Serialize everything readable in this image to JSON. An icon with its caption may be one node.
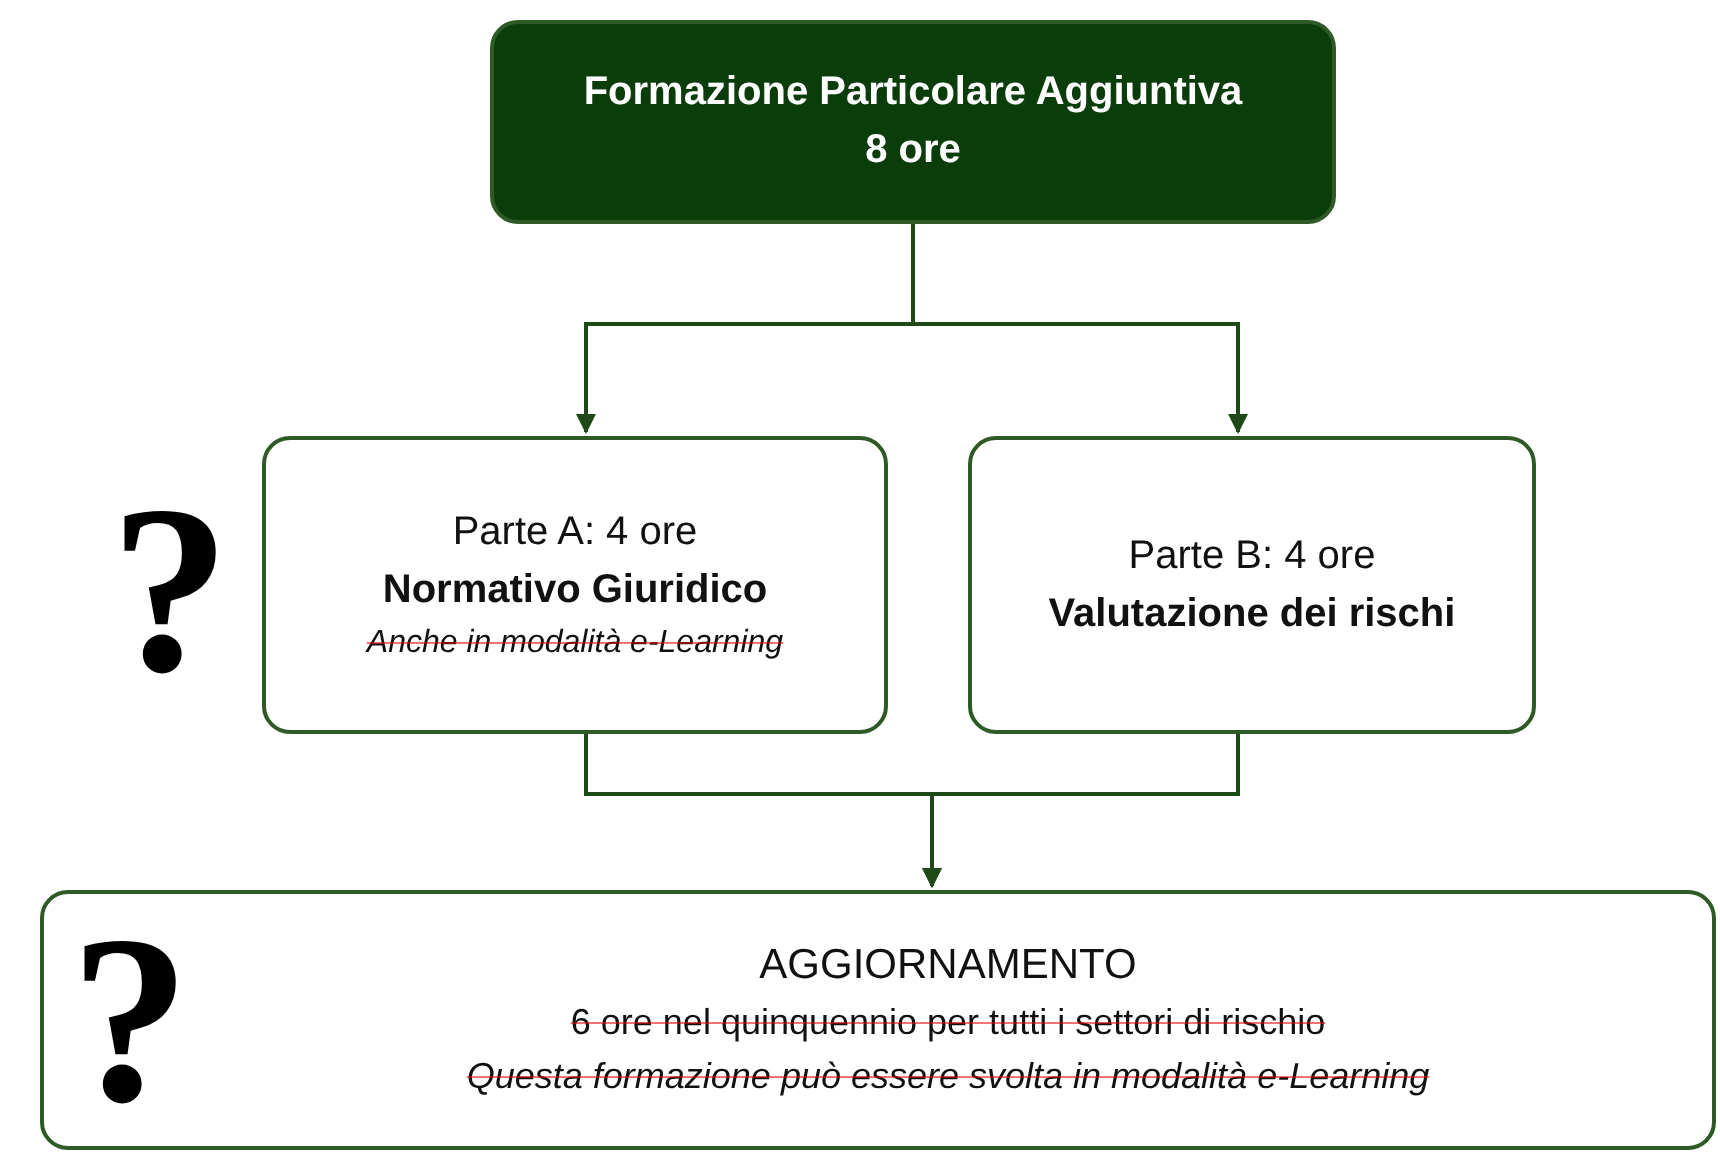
{
  "diagram": {
    "nodes": [
      {
        "text": [
          "Formazione Particolare Aggiuntiva",
          "8 ore"
        ]
      },
      {
        "text": [
          "Parte A: 4 ore",
          "Normativo Giuridico",
          "Anche in modalità e-Learning"
        ]
      },
      {
        "text": [
          "Parte B: 4 ore",
          "Valutazione dei rischi"
        ]
      },
      {
        "text": [
          "AGGIORNAMENTO",
          "6 ore nel quinquennio per tutti i settori di rischio",
          "Questa formazione può essere svolta in modalità e-Learning"
        ]
      }
    ],
    "edges": [
      {
        "from": 0,
        "to": 1,
        "arrow": "to"
      },
      {
        "from": 0,
        "to": 2,
        "arrow": "to"
      },
      {
        "from": 1,
        "to": 3,
        "arrow": "to"
      },
      {
        "from": 2,
        "to": 3,
        "arrow": "to"
      }
    ],
    "labels": [
      "?",
      "?"
    ]
  }
}
